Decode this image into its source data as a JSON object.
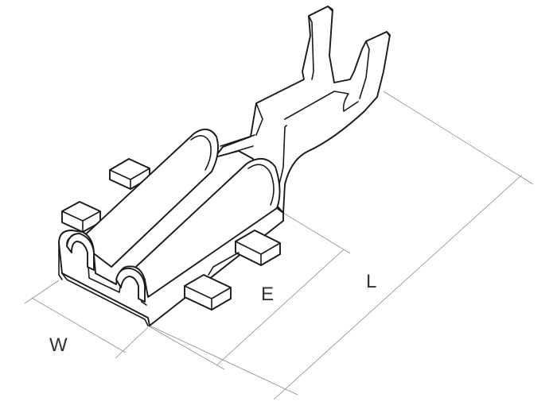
{
  "colors": {
    "line": "#1a1a1a",
    "dimension": "#8c8c8c",
    "label": "#333333",
    "background": "#ffffff"
  },
  "dimensions": {
    "width_label": "W",
    "pitch_label": "E",
    "length_label": "L"
  }
}
